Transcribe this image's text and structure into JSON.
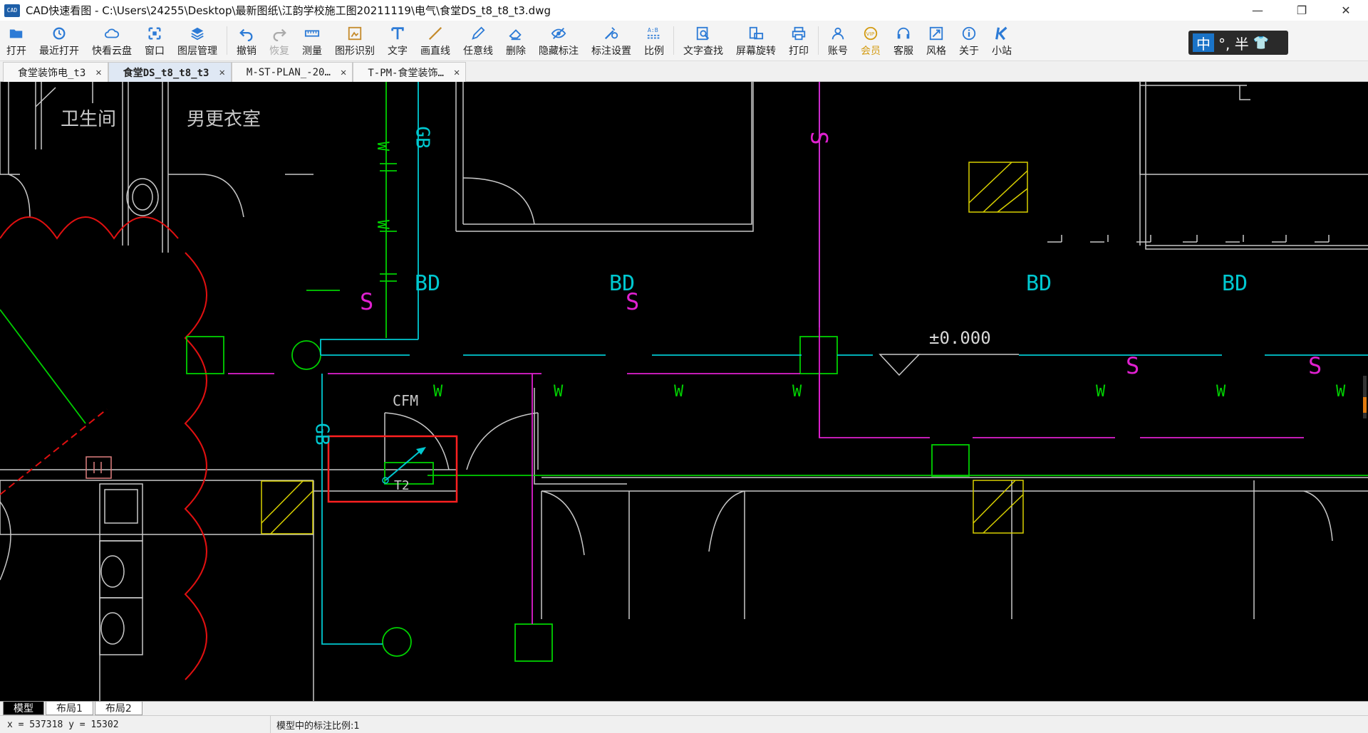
{
  "window": {
    "app_icon_text": "CAD",
    "title": "CAD快速看图 - C:\\Users\\24255\\Desktop\\最新图纸\\江韵学校施工图20211119\\电气\\食堂DS_t8_t8_t3.dwg",
    "minimize": "—",
    "maximize": "❐",
    "close": "✕"
  },
  "toolbar": {
    "items": [
      {
        "label": "打开",
        "icon": "folder-open-icon"
      },
      {
        "label": "最近打开",
        "icon": "clock-icon"
      },
      {
        "label": "快看云盘",
        "icon": "cloud-icon"
      },
      {
        "label": "窗口",
        "icon": "window-icon"
      },
      {
        "label": "图层管理",
        "icon": "layers-icon"
      },
      {
        "label": "撤销",
        "icon": "undo-icon"
      },
      {
        "label": "恢复",
        "icon": "redo-icon"
      },
      {
        "label": "测量",
        "icon": "ruler-icon"
      },
      {
        "label": "图形识别",
        "icon": "shape-recognize-icon"
      },
      {
        "label": "文字",
        "icon": "text-icon"
      },
      {
        "label": "画直线",
        "icon": "line-icon"
      },
      {
        "label": "任意线",
        "icon": "pencil-icon"
      },
      {
        "label": "删除",
        "icon": "eraser-icon"
      },
      {
        "label": "隐藏标注",
        "icon": "eye-icon"
      },
      {
        "label": "标注设置",
        "icon": "annotation-settings-icon"
      },
      {
        "label": "比例",
        "icon": "scale-icon"
      },
      {
        "label": "文字查找",
        "icon": "text-search-icon"
      },
      {
        "label": "屏幕旋转",
        "icon": "rotate-screen-icon"
      },
      {
        "label": "打印",
        "icon": "printer-icon"
      },
      {
        "label": "账号",
        "icon": "user-icon"
      },
      {
        "label": "会员",
        "icon": "vip-icon"
      },
      {
        "label": "客服",
        "icon": "headset-icon"
      },
      {
        "label": "风格",
        "icon": "style-icon"
      },
      {
        "label": "关于",
        "icon": "info-icon"
      },
      {
        "label": "小站",
        "icon": "k-logo-icon"
      }
    ],
    "ime": {
      "zh": "中",
      "text": "°, 半"
    }
  },
  "tabs": [
    {
      "label": "食堂装饰电_t3",
      "active": false
    },
    {
      "label": "食堂DS_t8_t8_t3",
      "active": true
    },
    {
      "label": "M-ST-PLAN_-20…",
      "active": false
    },
    {
      "label": "T-PM-食堂装饰…",
      "active": false
    }
  ],
  "drawing": {
    "room_labels": [
      "卫生间",
      "男更衣室"
    ],
    "elevation": "±0.000",
    "cfm_label": "CFM",
    "t2_label": "T2",
    "gb_label": "GB",
    "bd_label": "BD",
    "s_label": "S",
    "w_label": "W",
    "colors": {
      "background": "#000000",
      "wall": "#c8c8c8",
      "green": "#00d000",
      "cyan": "#00c8d0",
      "magenta": "#e020d0",
      "red": "#e01010",
      "yellow": "#d8d000",
      "highlight": "#ff2020"
    }
  },
  "layout_tabs": [
    "模型",
    "布局1",
    "布局2"
  ],
  "status": {
    "coords": "x = 537318  y = 15302",
    "scale": "模型中的标注比例:1"
  }
}
